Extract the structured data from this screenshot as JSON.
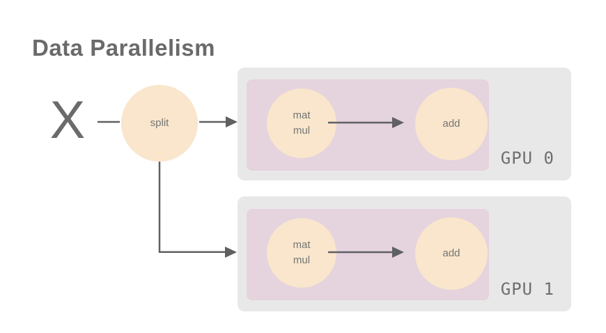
{
  "title": "Data Parallelism",
  "input_label": "X",
  "split_label": "split",
  "gpus": [
    {
      "name": "GPU 0",
      "matmul_label": "mat\nmul",
      "add_label": "add"
    },
    {
      "name": "GPU 1",
      "matmul_label": "mat\nmul",
      "add_label": "add"
    }
  ],
  "colors": {
    "node_fill": "#f9e6cc",
    "op_group_fill": "#e5d3de",
    "gpu_box_fill": "#e9e8e8",
    "connector": "#5f6062",
    "text_primary": "#6a6a6a",
    "node_text": "#757575",
    "gpu_label": "#6e6e6e"
  }
}
